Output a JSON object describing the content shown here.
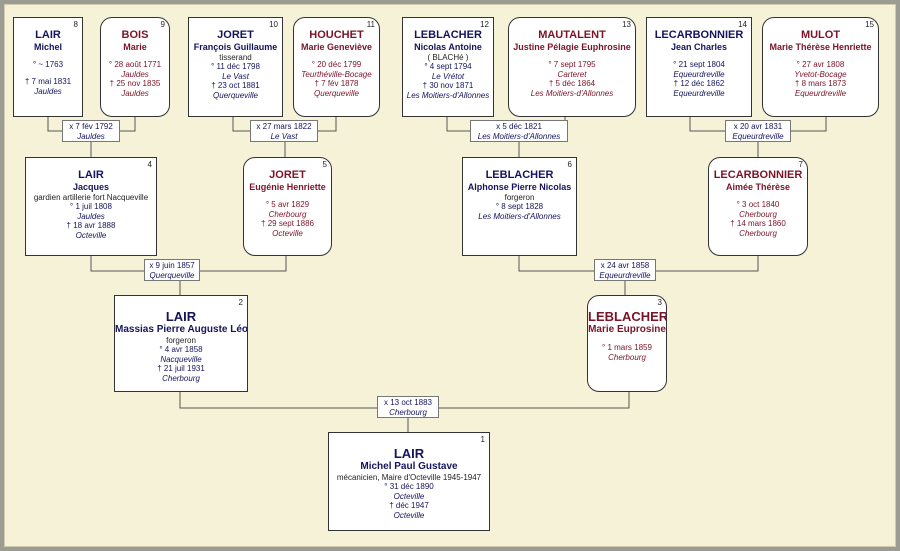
{
  "people": {
    "p1": {
      "num": "1",
      "sex": "m",
      "surname": "LAIR",
      "given": "Michel Paul Gustave",
      "occupation": "mécanicien, Maire d'Octeville 1945-1947",
      "birth": "° 31 déc 1890",
      "birth_place": "Octeville",
      "death": "† déc 1947",
      "death_place": "Octeville"
    },
    "p2": {
      "num": "2",
      "sex": "m",
      "surname": "LAIR",
      "given": "Massias Pierre Auguste Léon",
      "occupation": "forgeron",
      "birth": "° 4 avr 1858",
      "birth_place": "Nacqueville",
      "death": "† 21 juil 1931",
      "death_place": "Cherbourg"
    },
    "p3": {
      "num": "3",
      "sex": "f",
      "surname": "LEBLACHER",
      "given": "Marie Euprosine",
      "birth": "° 1 mars 1859",
      "birth_place": "Cherbourg"
    },
    "p4": {
      "num": "4",
      "sex": "m",
      "surname": "LAIR",
      "given": "Jacques",
      "occupation": "gardien artillerie fort Nacqueville",
      "birth": "° 1 juil 1808",
      "birth_place": "Jauldes",
      "death": "† 18 avr 1888",
      "death_place": "Octeville"
    },
    "p5": {
      "num": "5",
      "sex": "f",
      "surname": "JORET",
      "given": "Eugénie Henriette",
      "birth": "° 5 avr 1829",
      "birth_place": "Cherbourg",
      "death": "† 29 sept 1886",
      "death_place": "Octeville"
    },
    "p6": {
      "num": "6",
      "sex": "m",
      "surname": "LEBLACHER",
      "given": "Alphonse Pierre Nicolas",
      "occupation": "forgeron",
      "birth": "° 8 sept 1828",
      "birth_place": "Les Moitiers-d'Allonnes"
    },
    "p7": {
      "num": "7",
      "sex": "f",
      "surname": "LECARBONNIER",
      "given": "Aimée Thérèse",
      "birth": "° 3 oct 1840",
      "birth_place": "Cherbourg",
      "death": "† 14 mars 1860",
      "death_place": "Cherbourg"
    },
    "p8": {
      "num": "8",
      "sex": "m",
      "surname": "LAIR",
      "given": "Michel",
      "birth": "° ~ 1763",
      "death": "† 7 mai 1831",
      "death_place": "Jauldes"
    },
    "p9": {
      "num": "9",
      "sex": "f",
      "surname": "BOIS",
      "given": "Marie",
      "birth": "° 28 août 1771",
      "birth_place": "Jauldes",
      "death": "† 25 nov 1835",
      "death_place": "Jauldes"
    },
    "p10": {
      "num": "10",
      "sex": "m",
      "surname": "JORET",
      "given": "François Guillaume",
      "occupation": "tisserand",
      "birth": "° 11 déc 1798",
      "birth_place": "Le Vast",
      "death": "† 23 oct 1881",
      "death_place": "Querqueville"
    },
    "p11": {
      "num": "11",
      "sex": "f",
      "surname": "HOUCHET",
      "given": "Marie Geneviève",
      "birth": "° 20 déc 1799",
      "birth_place": "Teurthéville-Bocage",
      "death": "† 7 fév 1878",
      "death_place": "Querqueville"
    },
    "p12": {
      "num": "12",
      "sex": "m",
      "surname": "LEBLACHER",
      "given": "Nicolas Antoine",
      "occupation": "( BLACHé )",
      "birth": "° 4 sept 1794",
      "birth_place": "Le Vrétot",
      "death": "† 30 nov 1871",
      "death_place": "Les Moitiers-d'Allonnes"
    },
    "p13": {
      "num": "13",
      "sex": "f",
      "surname": "MAUTALENT",
      "given": "Justine Pélagie Euphrosine",
      "birth": "° 7 sept 1795",
      "birth_place": "Carteret",
      "death": "† 5 déc 1864",
      "death_place": "Les Moitiers-d'Allonnes"
    },
    "p14": {
      "num": "14",
      "sex": "m",
      "surname": "LECARBONNIER",
      "given": "Jean Charles",
      "birth": "° 21 sept 1804",
      "birth_place": "Equeurdreville",
      "death": "† 12 déc 1862",
      "death_place": "Equeurdreville"
    },
    "p15": {
      "num": "15",
      "sex": "f",
      "surname": "MULOT",
      "given": "Marie Thérèse Henriette",
      "birth": "° 27 avr 1808",
      "birth_place": "Yvetot-Bocage",
      "death": "† 8 mars 1873",
      "death_place": "Equeurdreville"
    }
  },
  "marriages": {
    "m8": {
      "date": "x 7 fév 1792",
      "place": "Jauldes"
    },
    "m10": {
      "date": "x 27 mars 1822",
      "place": "Le Vast"
    },
    "m12": {
      "date": "x 5 déc 1821",
      "place": "Les Moitiers-d'Allonnes"
    },
    "m14": {
      "date": "x 20 avr 1831",
      "place": "Equeurdreville"
    },
    "m4": {
      "date": "x 9 juin 1857",
      "place": "Querqueville"
    },
    "m6": {
      "date": "x 24 avr 1858",
      "place": "Equeurdreville"
    },
    "m2": {
      "date": "x 13 oct 1883",
      "place": "Cherbourg"
    }
  },
  "colors": {
    "male_text": "#14145e",
    "female_text": "#7a1428",
    "background": "#f6f2d7"
  }
}
